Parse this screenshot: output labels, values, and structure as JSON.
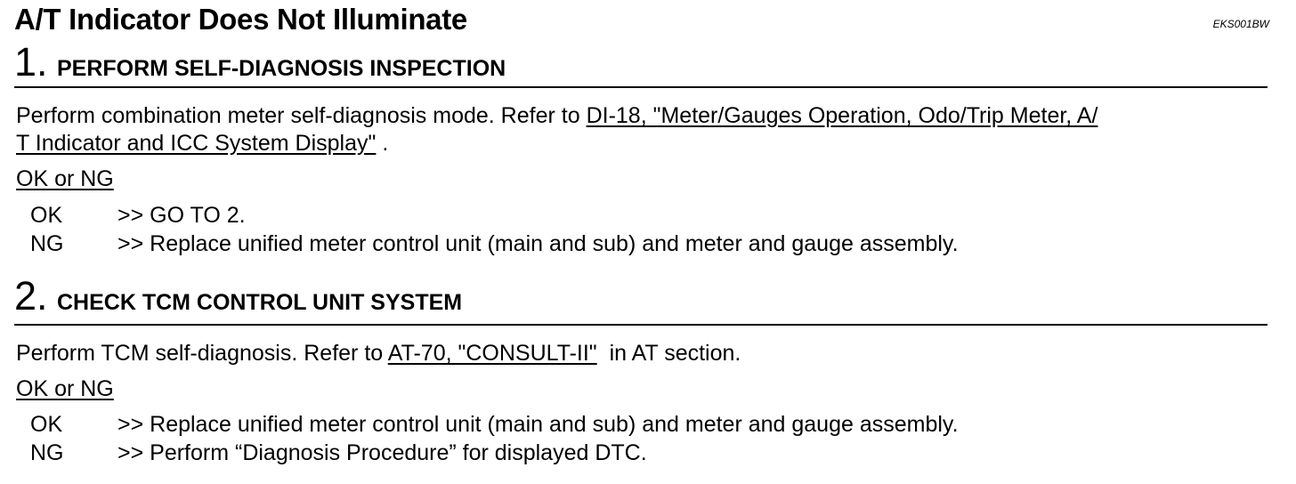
{
  "document": {
    "title": "A/T Indicator Does Not Illuminate",
    "code": "EKS001BW"
  },
  "steps": [
    {
      "number": "1",
      "dot": ".",
      "heading": "PERFORM SELF-DIAGNOSIS INSPECTION",
      "text_before": "Perform combination meter self-diagnosis mode. Refer to ",
      "link_line1": "DI-18, \"Meter/Gauges Operation, Odo/Trip Meter, A/",
      "link_line2": "T Indicator and ICC System Display\"",
      "text_after": " .",
      "okng_label": "OK or NG",
      "results": [
        {
          "key": "OK",
          "text": ">> GO TO 2."
        },
        {
          "key": "NG",
          "text": ">> Replace unified meter control unit (main and sub) and meter and gauge assembly."
        }
      ]
    },
    {
      "number": "2",
      "dot": ".",
      "heading": "CHECK TCM CONTROL UNIT SYSTEM",
      "text_before": "Perform TCM self-diagnosis. Refer to ",
      "link": "AT-70, \"CONSULT-II\"",
      "text_after": "  in AT section.",
      "okng_label": "OK or NG",
      "results": [
        {
          "key": "OK",
          "text": ">> Replace unified meter control unit (main and sub) and meter and gauge assembly."
        },
        {
          "key": "NG",
          "text": ">> Perform “Diagnosis Procedure” for displayed DTC."
        }
      ]
    }
  ]
}
